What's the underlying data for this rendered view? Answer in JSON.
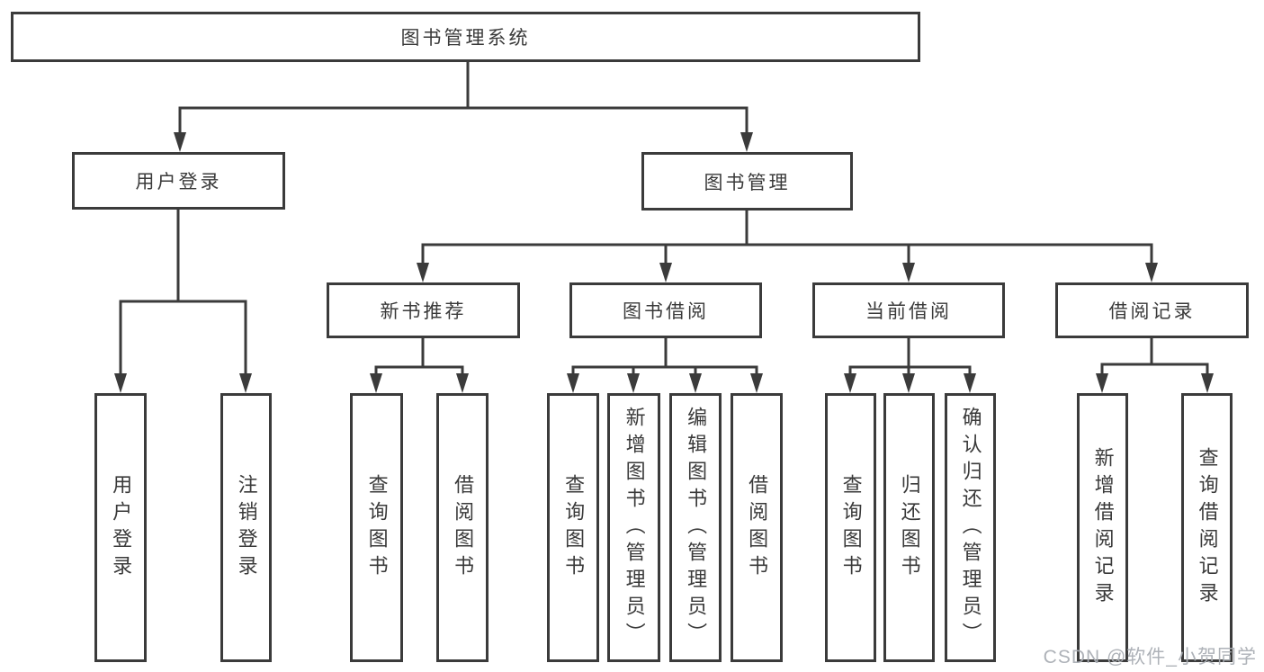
{
  "diagram": {
    "type": "hierarchy",
    "root": {
      "label": "图书管理系统",
      "children": [
        {
          "label": "用户登录",
          "children": [
            {
              "label": "用户登录"
            },
            {
              "label": "注销登录"
            }
          ]
        },
        {
          "label": "图书管理",
          "children": [
            {
              "label": "新书推荐",
              "children": [
                {
                  "label": "查询图书"
                },
                {
                  "label": "借阅图书"
                }
              ]
            },
            {
              "label": "图书借阅",
              "children": [
                {
                  "label": "查询图书"
                },
                {
                  "label": "新增图书（管理员）"
                },
                {
                  "label": "编辑图书（管理员）"
                },
                {
                  "label": "借阅图书"
                }
              ]
            },
            {
              "label": "当前借阅",
              "children": [
                {
                  "label": "查询图书"
                },
                {
                  "label": "归还图书"
                },
                {
                  "label": "确认归还（管理员）"
                }
              ]
            },
            {
              "label": "借阅记录",
              "children": [
                {
                  "label": "新增借阅记录"
                },
                {
                  "label": "查询借阅记录"
                }
              ]
            }
          ]
        }
      ]
    }
  },
  "watermark": {
    "text": "CSDN @软件_小贺同学"
  },
  "colors": {
    "line": "#3b3b3b",
    "text": "#3a3a3a",
    "box_fill": "#ffffff",
    "background": "#ffffff",
    "watermark": "#aaaeb4"
  }
}
